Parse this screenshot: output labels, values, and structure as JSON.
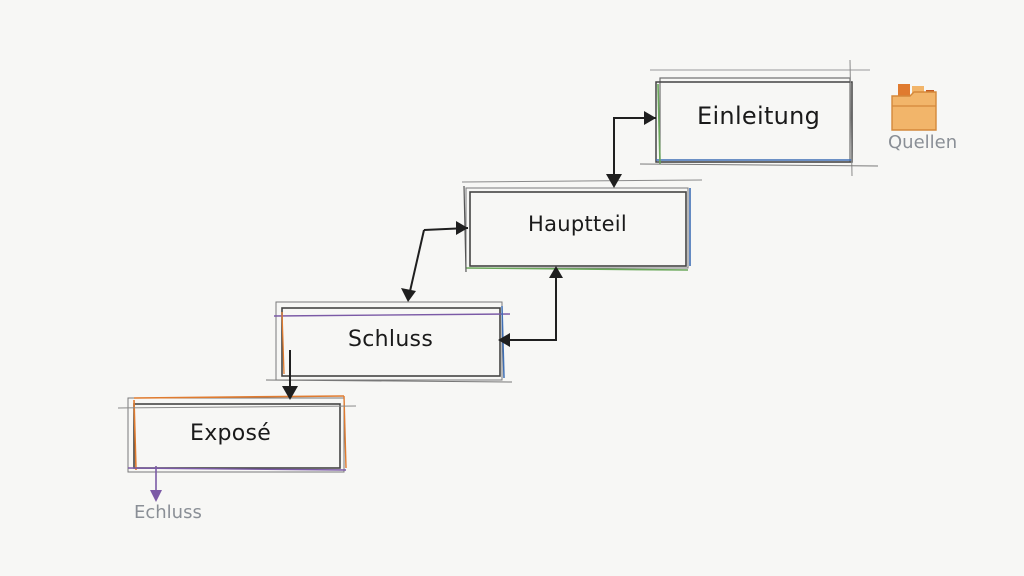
{
  "diagram": {
    "steps": [
      {
        "id": "einleitung",
        "label": "Einleitung"
      },
      {
        "id": "hauptteil",
        "label": "Hauptteil"
      },
      {
        "id": "schluss",
        "label": "Schluss"
      },
      {
        "id": "expose",
        "label": "Exposé"
      }
    ],
    "side_labels": {
      "quellen": "Quellen",
      "echluss": "Echluss"
    },
    "icons": {
      "quellen_icon": "folder-icon",
      "arrow": "arrow-icon"
    },
    "colors": {
      "ink": "#1f1f1f",
      "pencil": "#6f6f6f",
      "accent_green": "#6aa85a",
      "accent_blue": "#3f6fb5",
      "accent_orange": "#e07b2f",
      "accent_purple": "#7b5aa6",
      "folder": "#f2b56a",
      "label_gray": "#8a8f96"
    }
  }
}
